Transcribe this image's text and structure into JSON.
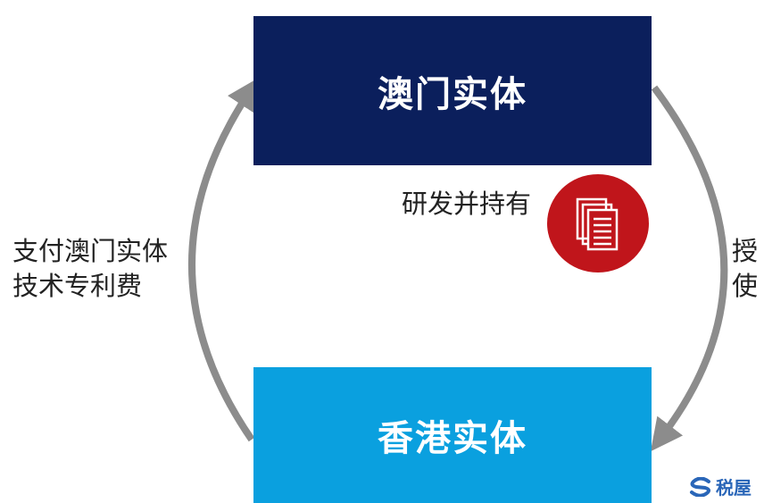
{
  "diagram": {
    "macau_entity": "澳门实体",
    "hk_entity": "香港实体",
    "left_label_lines": [
      "支付澳门实体",
      "技术专利费"
    ],
    "mid_label": "研发并持有",
    "right_label_lines": [
      "授",
      "使"
    ]
  },
  "watermark": {
    "text": "税屋",
    "icon": "s-logo-icon"
  },
  "colors": {
    "macau_box": "#0b1f5c",
    "hk_box": "#0aa0df",
    "arrow": "#8c8c8c",
    "doc_icon_bg": "#c0151b",
    "watermark": "#2a66b8"
  }
}
